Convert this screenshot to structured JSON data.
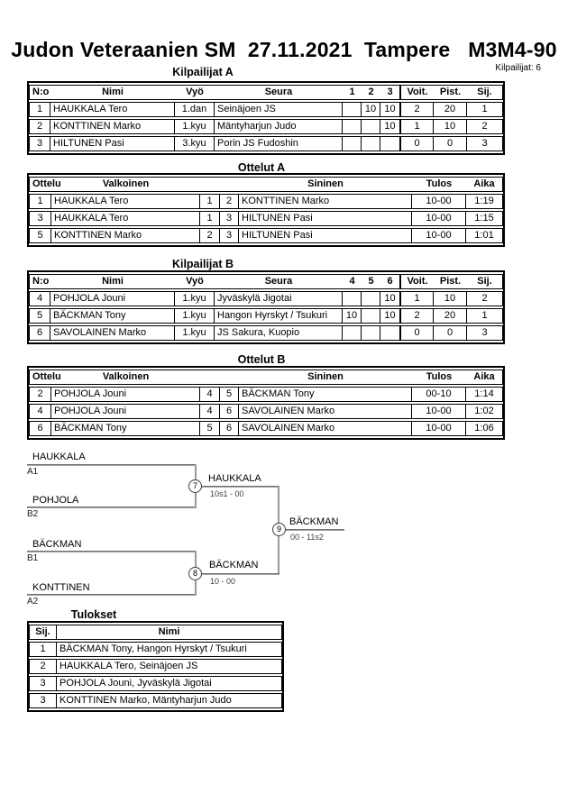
{
  "page": {
    "title": "Judon Veteraanien SM  27.11.2021  Tampere   M3M4-90",
    "competitors_note": "Kilpailijat: 6"
  },
  "pool_a": {
    "title": "Kilpailijat A",
    "headers": [
      "N:o",
      "Nimi",
      "Vyö",
      "Seura",
      "1",
      "2",
      "3",
      "Voit.",
      "Pist.",
      "Sij."
    ],
    "rows": [
      {
        "no": "1",
        "name": "HAUKKALA Tero",
        "belt": "1.dan",
        "club": "Seinäjoen JS",
        "m1": "",
        "m2": "10",
        "m3": "10",
        "wins": "2",
        "points": "20",
        "place": "1"
      },
      {
        "no": "2",
        "name": "KONTTINEN Marko",
        "belt": "1.kyu",
        "club": "Mäntyharjun Judo",
        "m1": "",
        "m2": "",
        "m3": "10",
        "wins": "1",
        "points": "10",
        "place": "2"
      },
      {
        "no": "3",
        "name": "HILTUNEN Pasi",
        "belt": "3.kyu",
        "club": "Porin JS Fudoshin",
        "m1": "",
        "m2": "",
        "m3": "",
        "wins": "0",
        "points": "0",
        "place": "3"
      }
    ]
  },
  "matches_a": {
    "title": "Ottelut A",
    "headers": {
      "match": "Ottelu",
      "white": "Valkoinen",
      "blue": "Sininen",
      "result": "Tulos",
      "time": "Aika"
    },
    "rows": [
      {
        "no": "1",
        "white": "HAUKKALA Tero",
        "wn": "1",
        "bn": "2",
        "blue": "KONTTINEN Marko",
        "result": "10-00",
        "time": "1:19"
      },
      {
        "no": "3",
        "white": "HAUKKALA Tero",
        "wn": "1",
        "bn": "3",
        "blue": "HILTUNEN Pasi",
        "result": "10-00",
        "time": "1:15"
      },
      {
        "no": "5",
        "white": "KONTTINEN Marko",
        "wn": "2",
        "bn": "3",
        "blue": "HILTUNEN Pasi",
        "result": "10-00",
        "time": "1:01"
      }
    ]
  },
  "pool_b": {
    "title": "Kilpailijat B",
    "headers": [
      "N:o",
      "Nimi",
      "Vyö",
      "Seura",
      "4",
      "5",
      "6",
      "Voit.",
      "Pist.",
      "Sij."
    ],
    "rows": [
      {
        "no": "4",
        "name": "POHJOLA Jouni",
        "belt": "1.kyu",
        "club": "Jyväskylä Jigotai",
        "m1": "",
        "m2": "",
        "m3": "10",
        "wins": "1",
        "points": "10",
        "place": "2"
      },
      {
        "no": "5",
        "name": "BÄCKMAN Tony",
        "belt": "1.kyu",
        "club": "Hangon Hyrskyt / Tsukuri",
        "m1": "10",
        "m2": "",
        "m3": "10",
        "wins": "2",
        "points": "20",
        "place": "1"
      },
      {
        "no": "6",
        "name": "SAVOLAINEN Marko",
        "belt": "1.kyu",
        "club": "JS Sakura, Kuopio",
        "m1": "",
        "m2": "",
        "m3": "",
        "wins": "0",
        "points": "0",
        "place": "3"
      }
    ]
  },
  "matches_b": {
    "title": "Ottelut B",
    "headers": {
      "match": "Ottelu",
      "white": "Valkoinen",
      "blue": "Sininen",
      "result": "Tulos",
      "time": "Aika"
    },
    "rows": [
      {
        "no": "2",
        "white": "POHJOLA Jouni",
        "wn": "4",
        "bn": "5",
        "blue": "BÄCKMAN Tony",
        "result": "00-10",
        "time": "1:14"
      },
      {
        "no": "4",
        "white": "POHJOLA Jouni",
        "wn": "4",
        "bn": "6",
        "blue": "SAVOLAINEN Marko",
        "result": "10-00",
        "time": "1:02"
      },
      {
        "no": "6",
        "white": "BÄCKMAN Tony",
        "wn": "5",
        "bn": "6",
        "blue": "SAVOLAINEN Marko",
        "result": "10-00",
        "time": "1:06"
      }
    ]
  },
  "bracket": {
    "slots": [
      {
        "name": "HAUKKALA",
        "code": "A1"
      },
      {
        "name": "POHJOLA",
        "code": "B2"
      },
      {
        "name": "BÄCKMAN",
        "code": "B1"
      },
      {
        "name": "KONTTINEN",
        "code": "A2"
      }
    ],
    "semifinal_1": {
      "number": "7",
      "winner": "HAUKKALA",
      "score": "10s1 - 00"
    },
    "semifinal_2": {
      "number": "8",
      "winner": "BÄCKMAN",
      "score": "10 - 00"
    },
    "final": {
      "number": "9",
      "winner": "BÄCKMAN",
      "score": "00 - 11s2"
    }
  },
  "results": {
    "title": "Tulokset",
    "headers": {
      "place": "Sij.",
      "name": "Nimi"
    },
    "rows": [
      {
        "place": "1",
        "name": "BÄCKMAN Tony, Hangon Hyrskyt / Tsukuri"
      },
      {
        "place": "2",
        "name": "HAUKKALA Tero, Seinäjoen JS"
      },
      {
        "place": "3",
        "name": "POHJOLA Jouni, Jyväskylä Jigotai"
      },
      {
        "place": "3",
        "name": "KONTTINEN Marko, Mäntyharjun Judo"
      }
    ]
  }
}
